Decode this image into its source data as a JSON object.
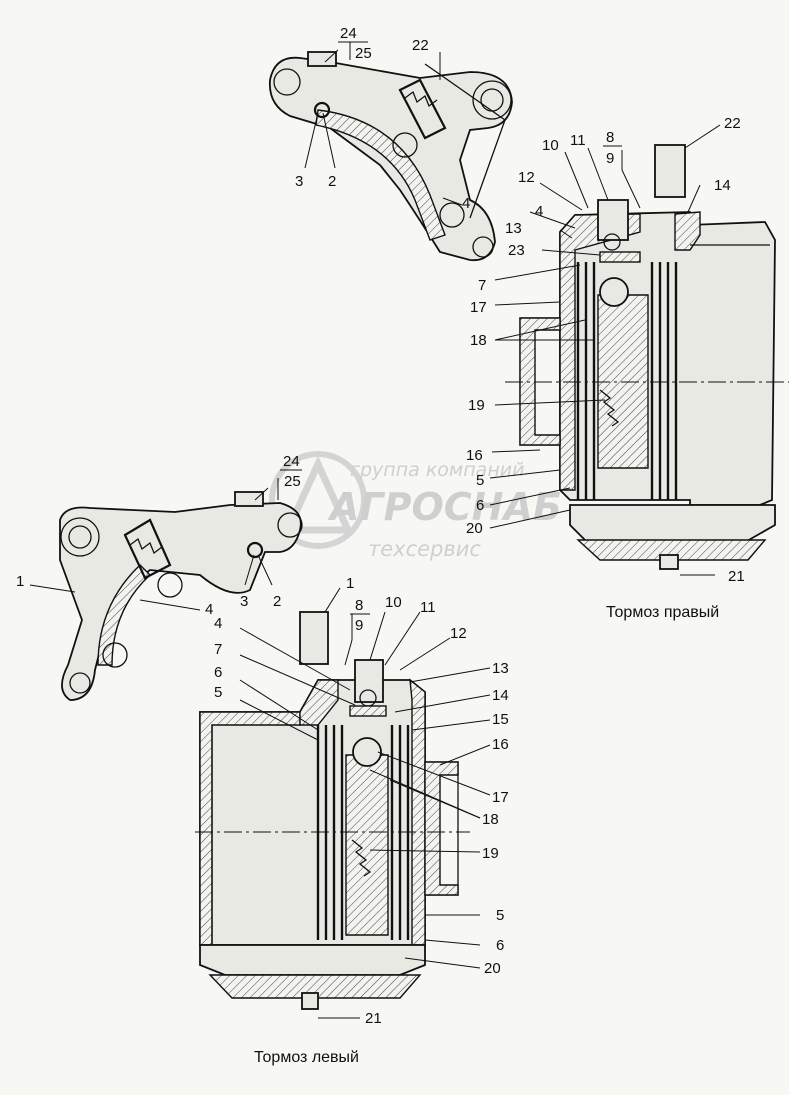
{
  "watermark": {
    "line1": "группа компаний",
    "line2": "АГРОСНАБ",
    "line3": "техсервис"
  },
  "captions": {
    "right_brake": "Тормоз правый",
    "left_brake": "Тормоз левый"
  },
  "callouts": {
    "r1": {
      "c24": "24",
      "c25": "25",
      "c22": "22",
      "c3": "3",
      "c2": "2",
      "c4": "4"
    },
    "r2": {
      "c10": "10",
      "c11": "11",
      "c8": "8",
      "c9": "9",
      "c22": "22",
      "c14": "14",
      "c12": "12",
      "c13": "13",
      "c23": "23",
      "c7": "7",
      "c17": "17",
      "c18": "18",
      "c19": "19",
      "c16": "16",
      "c5": "5",
      "c6": "6",
      "c20": "20",
      "c21": "21"
    },
    "l1": {
      "c24": "24",
      "c25": "25",
      "c1": "1",
      "c4": "4",
      "c3": "3",
      "c2": "2"
    },
    "l2": {
      "c1": "1",
      "c8": "8",
      "c9": "9",
      "c10": "10",
      "c11": "11",
      "c12": "12",
      "c4": "4",
      "c7": "7",
      "c6": "6",
      "c5": "5",
      "c13": "13",
      "c14": "14",
      "c15": "15",
      "c16": "16",
      "c17": "17",
      "c18": "18",
      "c19": "19",
      "c5b": "5",
      "c6b": "6",
      "c20": "20",
      "c21": "21"
    }
  }
}
